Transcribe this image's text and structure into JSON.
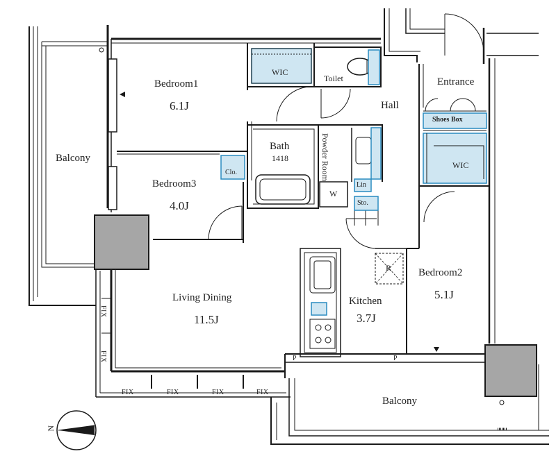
{
  "rooms": {
    "bedroom1": {
      "name": "Bedroom1",
      "area": "6.1J"
    },
    "bedroom2": {
      "name": "Bedroom2",
      "area": "5.1J"
    },
    "bedroom3": {
      "name": "Bedroom3",
      "area": "4.0J"
    },
    "living": {
      "name": "Living Dining",
      "area": "11.5J"
    },
    "kitchen": {
      "name": "Kitchen",
      "area": "3.7J"
    },
    "bath": {
      "name": "Bath",
      "size": "1418"
    },
    "powder": {
      "name": "Powder Room"
    },
    "toilet": {
      "name": "Toilet"
    },
    "hall": {
      "name": "Hall"
    },
    "entrance": {
      "name": "Entrance"
    },
    "balcony_west": {
      "name": "Balcony"
    },
    "balcony_south": {
      "name": "Balcony"
    }
  },
  "storage": {
    "wic1": "WIC",
    "wic2": "WIC",
    "shoes_box": "Shoes Box",
    "clo": "Clo.",
    "lin": "Lin",
    "sto": "Sto.",
    "washer": "W",
    "fridge": "R"
  },
  "marks": {
    "fix": [
      "FIX",
      "FIX",
      "FIX",
      "FIX",
      "FIX",
      "FIX"
    ],
    "p": [
      "P",
      "P"
    ]
  },
  "compass": {
    "label": "N"
  },
  "colors": {
    "wall": "#1a1a1a",
    "storage_fill": "#cfe6f2",
    "storage_stroke": "#2a8cc0",
    "column": "#a6a6a6"
  }
}
